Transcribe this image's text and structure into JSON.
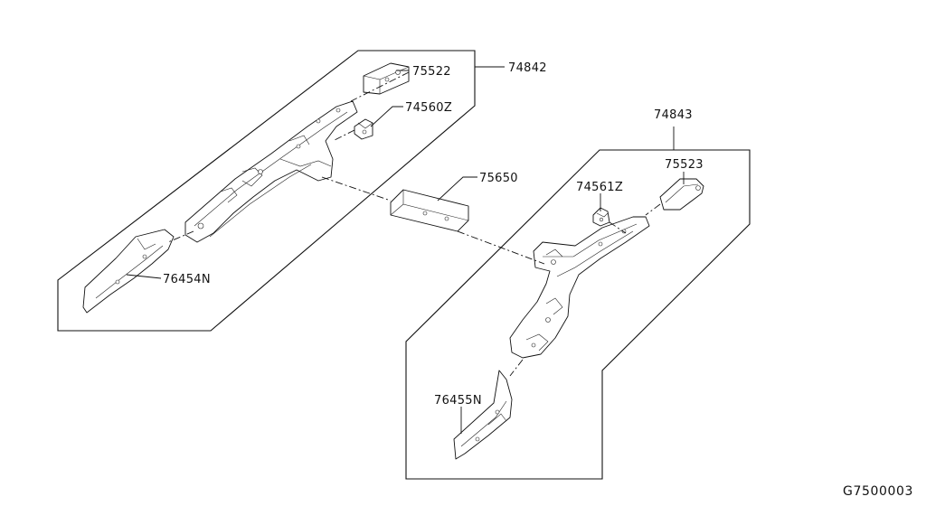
{
  "diagram": {
    "labels": {
      "assembly_left": "74842",
      "assembly_right": "74843",
      "part_75522": "75522",
      "part_74560z": "74560Z",
      "part_75650": "75650",
      "part_76454n": "76454N",
      "part_75523": "75523",
      "part_74561z": "74561Z",
      "part_76455n": "76455N"
    },
    "figure_code": "G7500003"
  }
}
